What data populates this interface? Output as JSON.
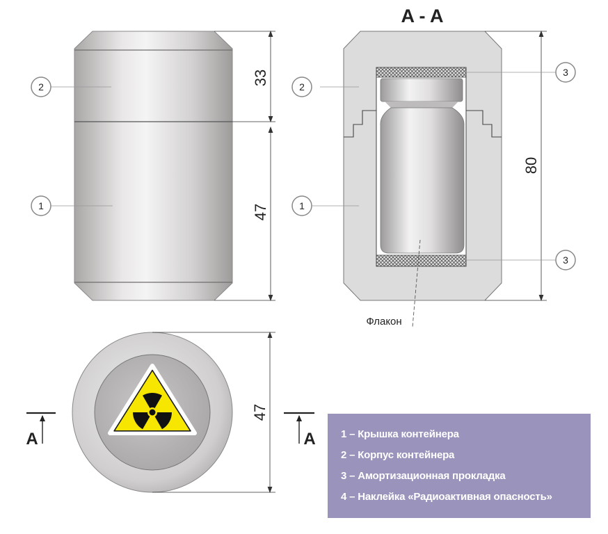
{
  "section_title": "A - A",
  "section_mark": "A",
  "vial_label": "Флакон",
  "dimensions": {
    "cap_height": "33",
    "body_height": "47",
    "total_height": "80",
    "diameter": "47"
  },
  "callouts": {
    "body": "1",
    "cap": "2",
    "pad": "3"
  },
  "legend": [
    "1 – Крышка контейнера",
    "2 – Корпус контейнера",
    "3 – Амортизационная прокладка",
    "4 – Наклейка «Радиоактивная опасность»"
  ],
  "colors": {
    "legend_bg": "#9a93bb",
    "hazard_yellow": "#f7e600",
    "metal": "#d4d2d2",
    "section_fill": "#dcdcdc"
  },
  "icons": [
    "radiation-trefoil-icon"
  ]
}
